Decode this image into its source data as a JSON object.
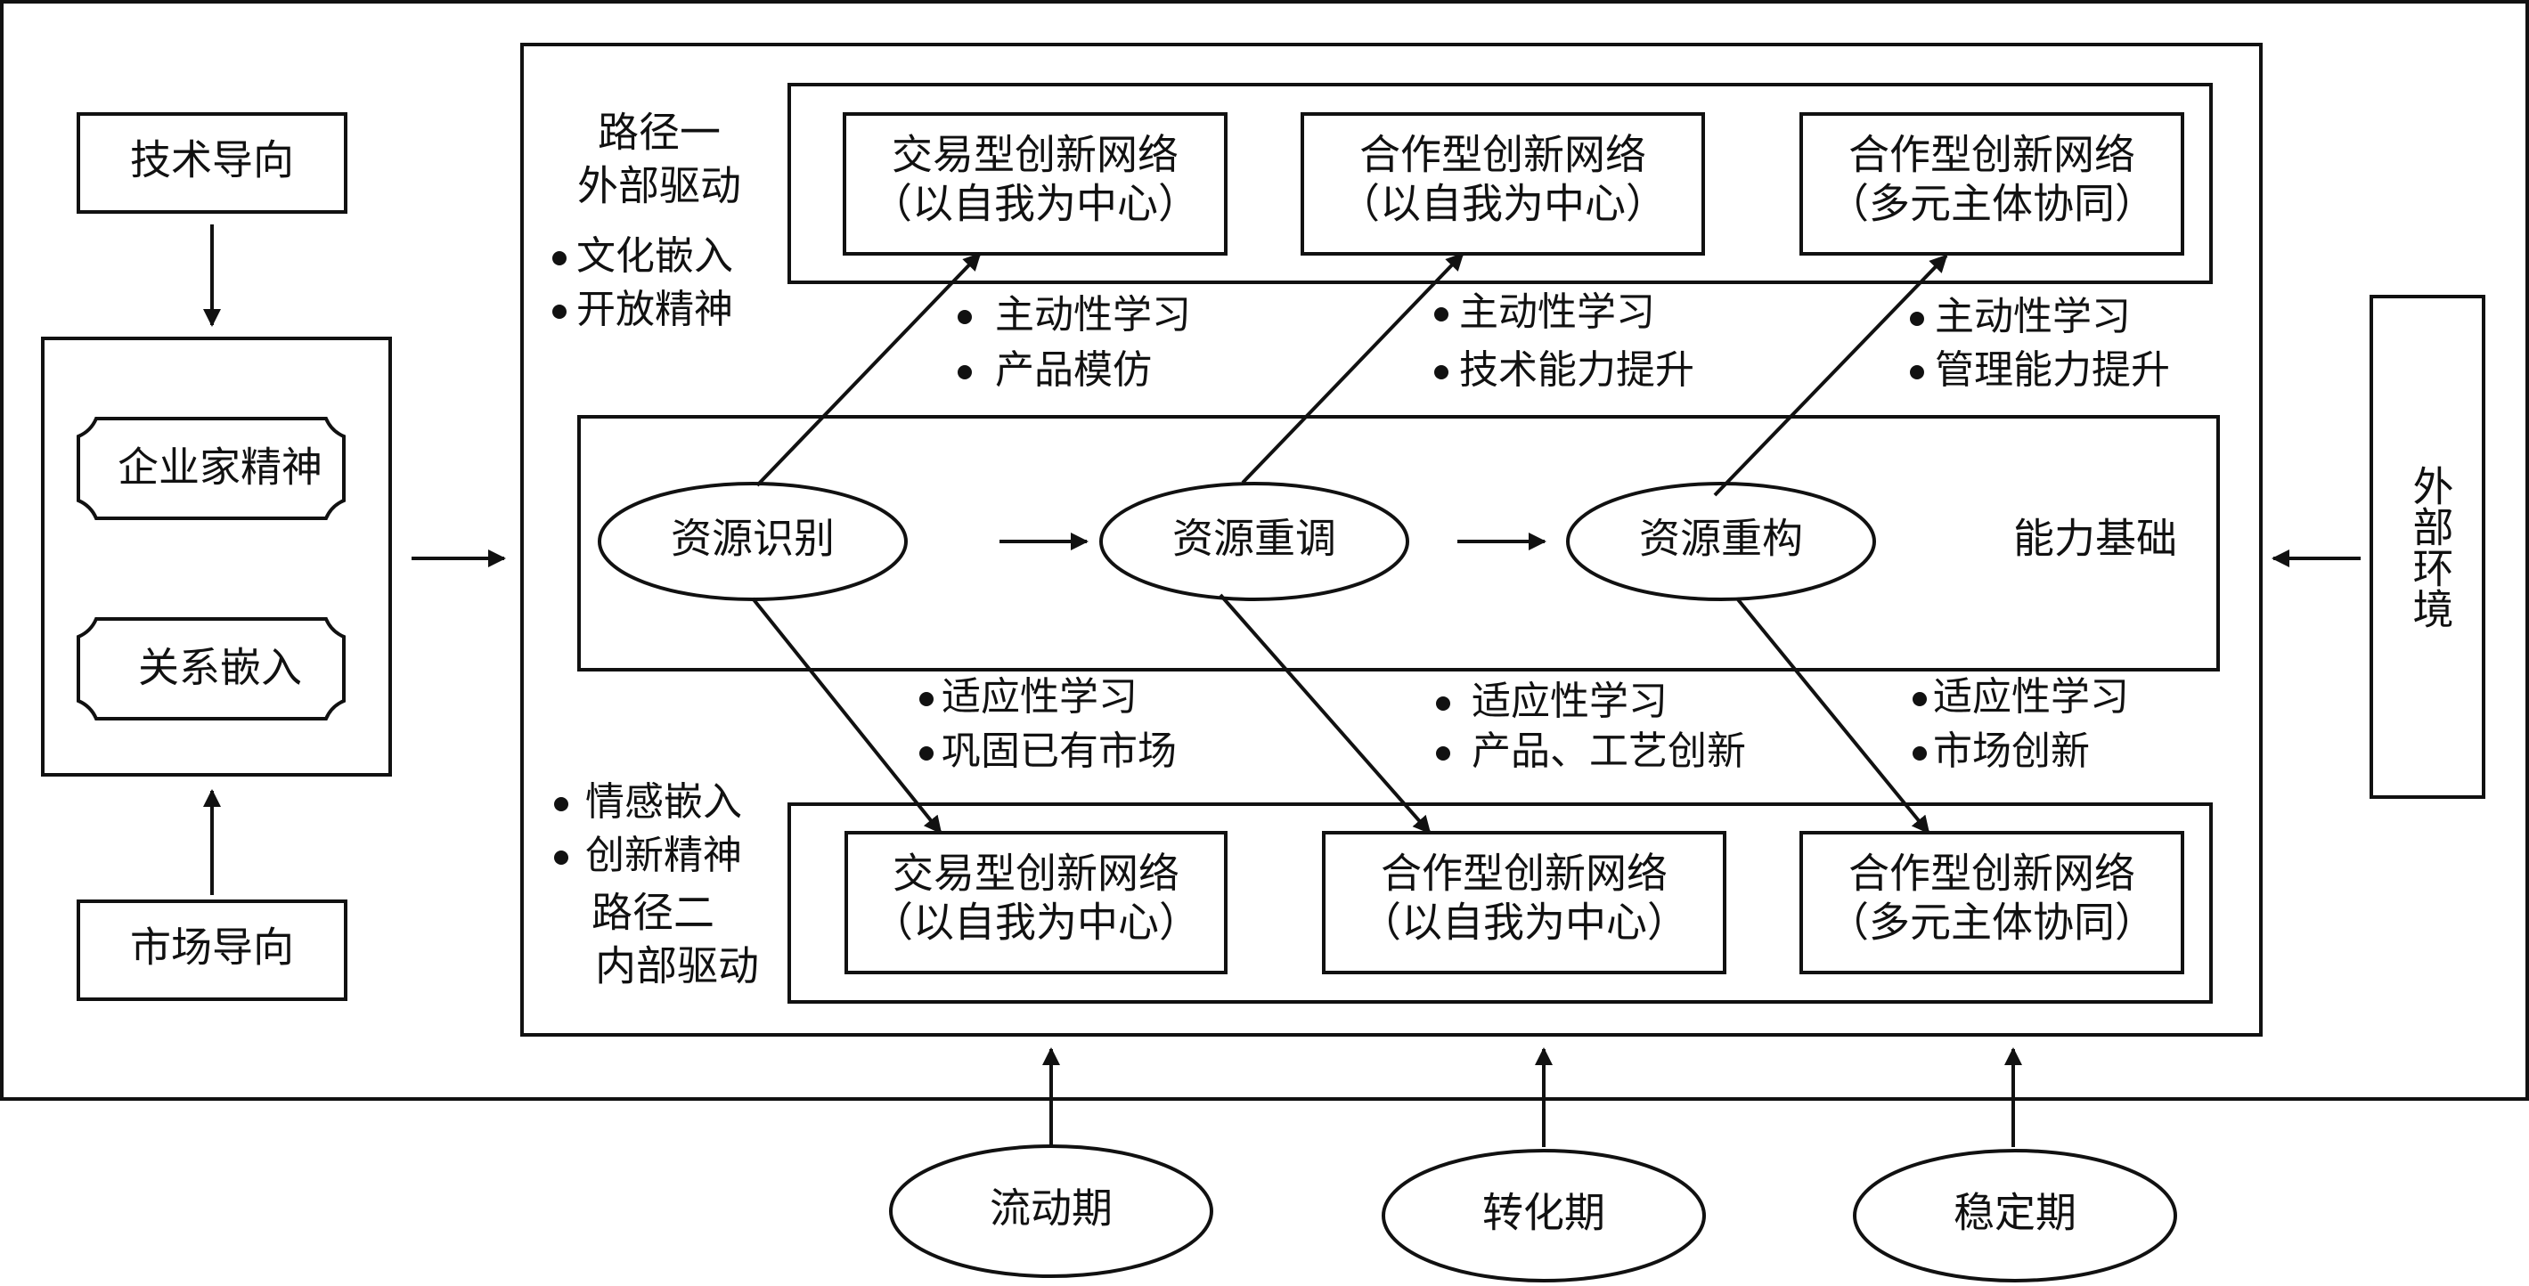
{
  "left_panel": {
    "top_box": "技术导向",
    "bottom_box": "市场导向",
    "item_1": "企业家精神",
    "item_2": "关系嵌入"
  },
  "external_env": "外部环境",
  "path_one": {
    "title_line1": "路径一",
    "title_line2": "外部驱动",
    "bullets": [
      "文化嵌入",
      "开放精神"
    ],
    "networks": [
      {
        "line1": "交易型创新网络",
        "line2": "（以自我为中心）"
      },
      {
        "line1": "合作型创新网络",
        "line2": "（以自我为中心）"
      },
      {
        "line1": "合作型创新网络",
        "line2": "（多元主体协同）"
      }
    ],
    "learning": [
      [
        "主动性学习",
        "产品模仿"
      ],
      [
        "主动性学习",
        "技术能力提升"
      ],
      [
        "主动性学习",
        "管理能力提升"
      ]
    ]
  },
  "path_two": {
    "title_line1": "路径二",
    "title_line2": "内部驱动",
    "bullets": [
      "情感嵌入",
      "创新精神"
    ],
    "networks": [
      {
        "line1": "交易型创新网络",
        "line2": "（以自我为中心）"
      },
      {
        "line1": "合作型创新网络",
        "line2": "（以自我为中心）"
      },
      {
        "line1": "合作型创新网络",
        "line2": "（多元主体协同）"
      }
    ],
    "learning": [
      [
        "适应性学习",
        "巩固已有市场"
      ],
      [
        "适应性学习",
        "产品、工艺创新"
      ],
      [
        "适应性学习",
        "市场创新"
      ]
    ]
  },
  "capability": {
    "label": "能力基础",
    "stages": [
      "资源识别",
      "资源重调",
      "资源重构"
    ]
  },
  "phases": [
    "流动期",
    "转化期",
    "稳定期"
  ]
}
